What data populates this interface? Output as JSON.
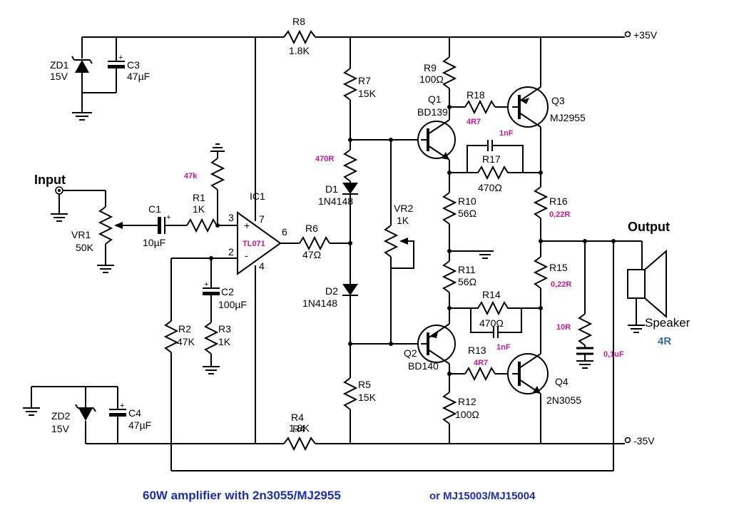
{
  "rails": {
    "pos": "+35V",
    "neg": "-35V"
  },
  "io": {
    "input": "Input",
    "output": "Output",
    "speaker": "Speaker",
    "speaker_imp": "4R"
  },
  "zd1": {
    "ref": "ZD1",
    "val": "15V"
  },
  "zd2": {
    "ref": "ZD2",
    "val": "15V"
  },
  "c1": {
    "ref": "C1",
    "val": "10µF"
  },
  "c2": {
    "ref": "C2",
    "val": "100µF"
  },
  "c3": {
    "ref": "C3",
    "val": "47µF"
  },
  "c4": {
    "ref": "C4",
    "val": "47µF"
  },
  "c_q1": "1nF",
  "c_q2": "1nF",
  "c_out": "0,1uF",
  "r1": {
    "ref": "R1",
    "val": "1K"
  },
  "r_ic": "47k",
  "r2": {
    "ref": "R2",
    "val": "47K"
  },
  "r3": {
    "ref": "R3",
    "val": "1K"
  },
  "r4": {
    "ref": "R4",
    "val": "1.8K"
  },
  "r5": {
    "ref": "R5",
    "val": "15K"
  },
  "r6": {
    "ref": "R6",
    "val": "47Ω"
  },
  "r7": {
    "ref": "R7",
    "val": "15K"
  },
  "r8": {
    "ref": "R8",
    "val": "1.8K"
  },
  "r9": {
    "ref": "R9",
    "val": "100Ω"
  },
  "r10": {
    "ref": "R10",
    "val": "56Ω"
  },
  "r11": {
    "ref": "R11",
    "val": "56Ω"
  },
  "r12": {
    "ref": "R12",
    "val": "100Ω"
  },
  "r13": {
    "ref": "R13",
    "val": "4R7"
  },
  "r14": {
    "ref": "R14",
    "val": "470Ω"
  },
  "r15": {
    "ref": "R15",
    "val": "0,22R"
  },
  "r16": {
    "ref": "R16",
    "val": "0,22R"
  },
  "r17": {
    "ref": "R17",
    "val": "470Ω"
  },
  "r18": {
    "ref": "R18",
    "val": "4R7"
  },
  "r_d1": "470R",
  "r_out": "10R",
  "d1": {
    "ref": "D1",
    "val": "1N4148"
  },
  "d2": {
    "ref": "D2",
    "val": "1N4148"
  },
  "vr1": {
    "ref": "VR1",
    "val": "50K"
  },
  "vr2": {
    "ref": "VR2",
    "val": "1K"
  },
  "ic1": {
    "ref": "IC1",
    "part": "TL071",
    "pin_plus": "+",
    "pin_minus": "-",
    "p2": "2",
    "p3": "3",
    "p4": "4",
    "p6": "6",
    "p7": "7"
  },
  "q1": {
    "ref": "Q1",
    "part": "BD139"
  },
  "q2": {
    "ref": "Q2",
    "part": "BD140"
  },
  "q3": {
    "ref": "Q3",
    "part": "MJ2955"
  },
  "q4": {
    "ref": "Q4",
    "part": "2N3055"
  },
  "caption": {
    "main": "60W amplifier with 2n3055/MJ2955",
    "alt": "or MJ15003/MJ15004"
  }
}
